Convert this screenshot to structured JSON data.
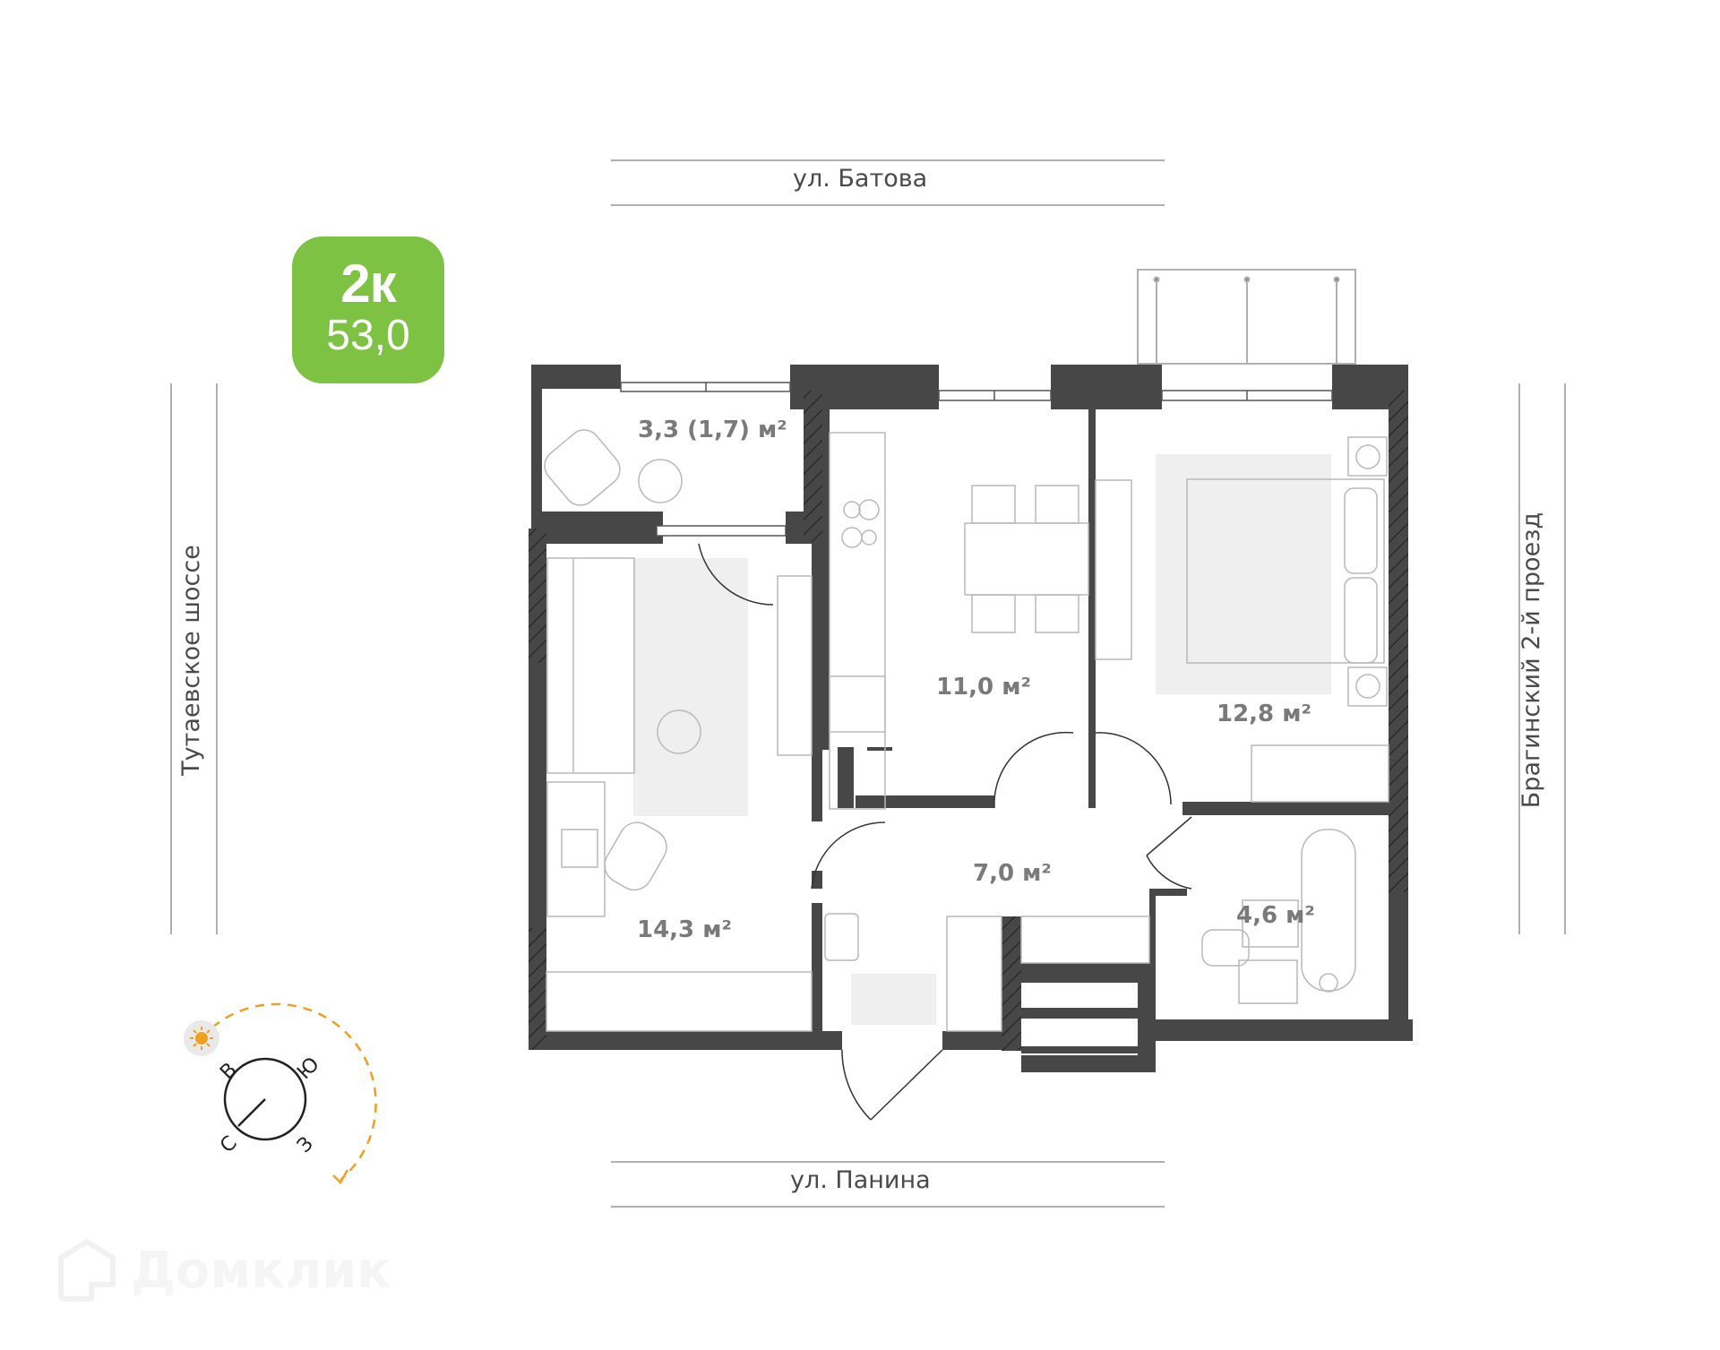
{
  "badge": {
    "rooms": "2к",
    "total_area": "53,0",
    "color": "#7dc243"
  },
  "streets": {
    "top": "ул. Батова",
    "bottom": "ул. Панина",
    "left": "Тутаевское шоссе",
    "right": "Брагинский 2-й проезд"
  },
  "rooms": [
    {
      "id": "loggia",
      "label": "3,3 (1,7) м²"
    },
    {
      "id": "kitchen",
      "label": "11,0 м²"
    },
    {
      "id": "bedroom",
      "label": "12,8 м²"
    },
    {
      "id": "living",
      "label": "14,3 м²"
    },
    {
      "id": "hallway",
      "label": "7,0 м²"
    },
    {
      "id": "bathroom",
      "label": "4,6 м²"
    }
  ],
  "compass": {
    "east": "В",
    "south": "Ю",
    "west": "З",
    "north": "С",
    "sun_icon": "sun-icon",
    "sun_color": "#f0a020"
  },
  "colors": {
    "wall": "#474747",
    "furniture_line": "#b9b9b9",
    "rug": "#efefef",
    "label": "#7a7a7a"
  },
  "watermark": {
    "text": "Домклик",
    "icon": "house-logo-icon"
  }
}
